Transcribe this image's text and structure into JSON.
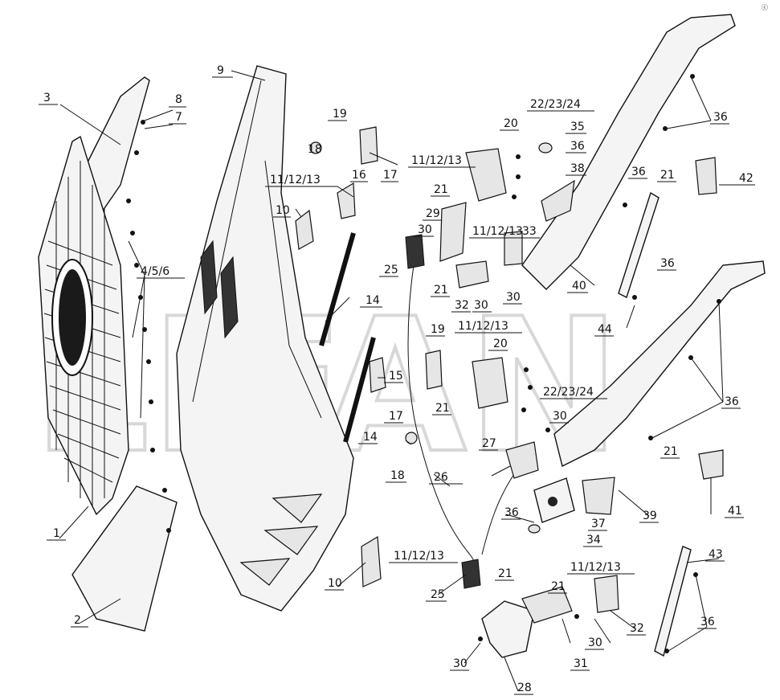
{
  "labels": {
    "p1": "1",
    "p2": "2",
    "p3": "3",
    "p456": "4/5/6",
    "p7": "7",
    "p8": "8",
    "p9": "9",
    "p10a": "10",
    "p10b": "10",
    "p111213a": "11/12/13",
    "p111213b": "11/12/13",
    "p111213c": "11/12/13",
    "p111213d": "11/12/13",
    "p111213e": "11/12/13",
    "p111213f": "11/12/13",
    "p14a": "14",
    "p14b": "14",
    "p15": "15",
    "p16": "16",
    "p17a": "17",
    "p17b": "17",
    "p18a": "18",
    "p18b": "18",
    "p19a": "19",
    "p19b": "19",
    "p20a": "20",
    "p20b": "20",
    "p21a": "21",
    "p21b": "21",
    "p21c": "21",
    "p21d": "21",
    "p21e": "21",
    "p21f": "21",
    "p21g": "21",
    "p222324a": "22/23/24",
    "p222324b": "22/23/24",
    "p25a": "25",
    "p25b": "25",
    "p26": "26",
    "p27": "27",
    "p28": "28",
    "p29": "29",
    "p30a": "30",
    "p30b": "30",
    "p30c": "30",
    "p30d": "30",
    "p30e": "30",
    "p30f": "30",
    "p31": "31",
    "p32a": "32",
    "p32b": "32",
    "p33": "33",
    "p34": "34",
    "p35": "35",
    "p36a": "36",
    "p36b": "36",
    "p36c": "36",
    "p36d": "36",
    "p36e": "36",
    "p36f": "36",
    "p36g": "36",
    "p37": "37",
    "p38": "38",
    "p39": "39",
    "p40": "40",
    "p41": "41",
    "p42": "42",
    "p43": "43",
    "p44": "44"
  },
  "watermark": "LIFAN",
  "corner_mark": "ⓒ"
}
